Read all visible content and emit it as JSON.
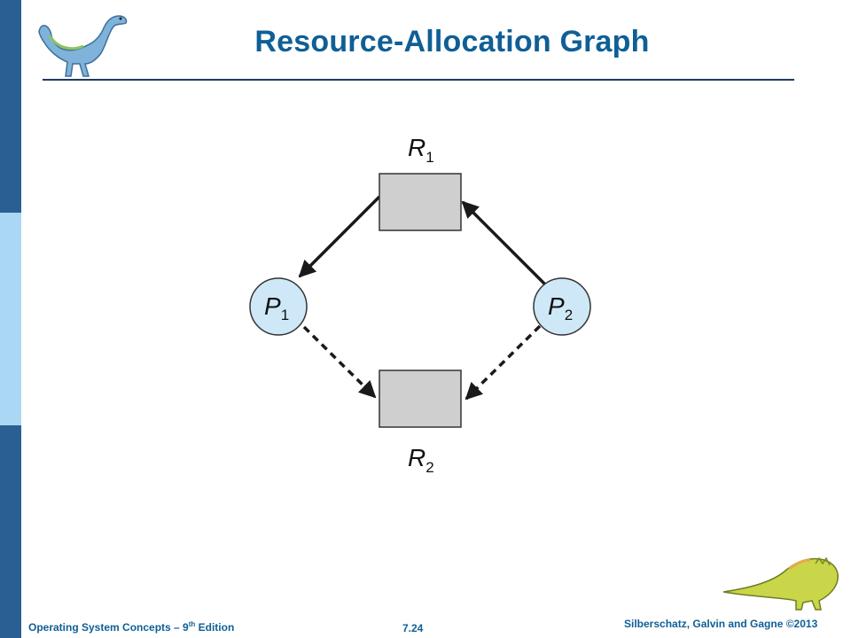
{
  "slide": {
    "title": "Resource-Allocation Graph",
    "footer_left_prefix": "Operating System Concepts – 9",
    "footer_left_sup": "th",
    "footer_left_suffix": " Edition",
    "page_number": "7.24",
    "footer_right": "Silberschatz, Galvin and Gagne ©2013"
  },
  "diagram": {
    "nodes": {
      "r1": {
        "letter": "R",
        "sub": "1"
      },
      "r2": {
        "letter": "R",
        "sub": "2"
      },
      "p1": {
        "letter": "P",
        "sub": "1"
      },
      "p2": {
        "letter": "P",
        "sub": "2"
      }
    }
  },
  "colors": {
    "title": "#0f5f96",
    "title_rule": "#1e3a5f",
    "side_bar_dark": "#2a5f93",
    "side_bar_light": "#a9d7f4",
    "process_fill": "#cfe8f8",
    "resource_fill": "#cfcfcf",
    "edge": "#1a1a1a"
  }
}
